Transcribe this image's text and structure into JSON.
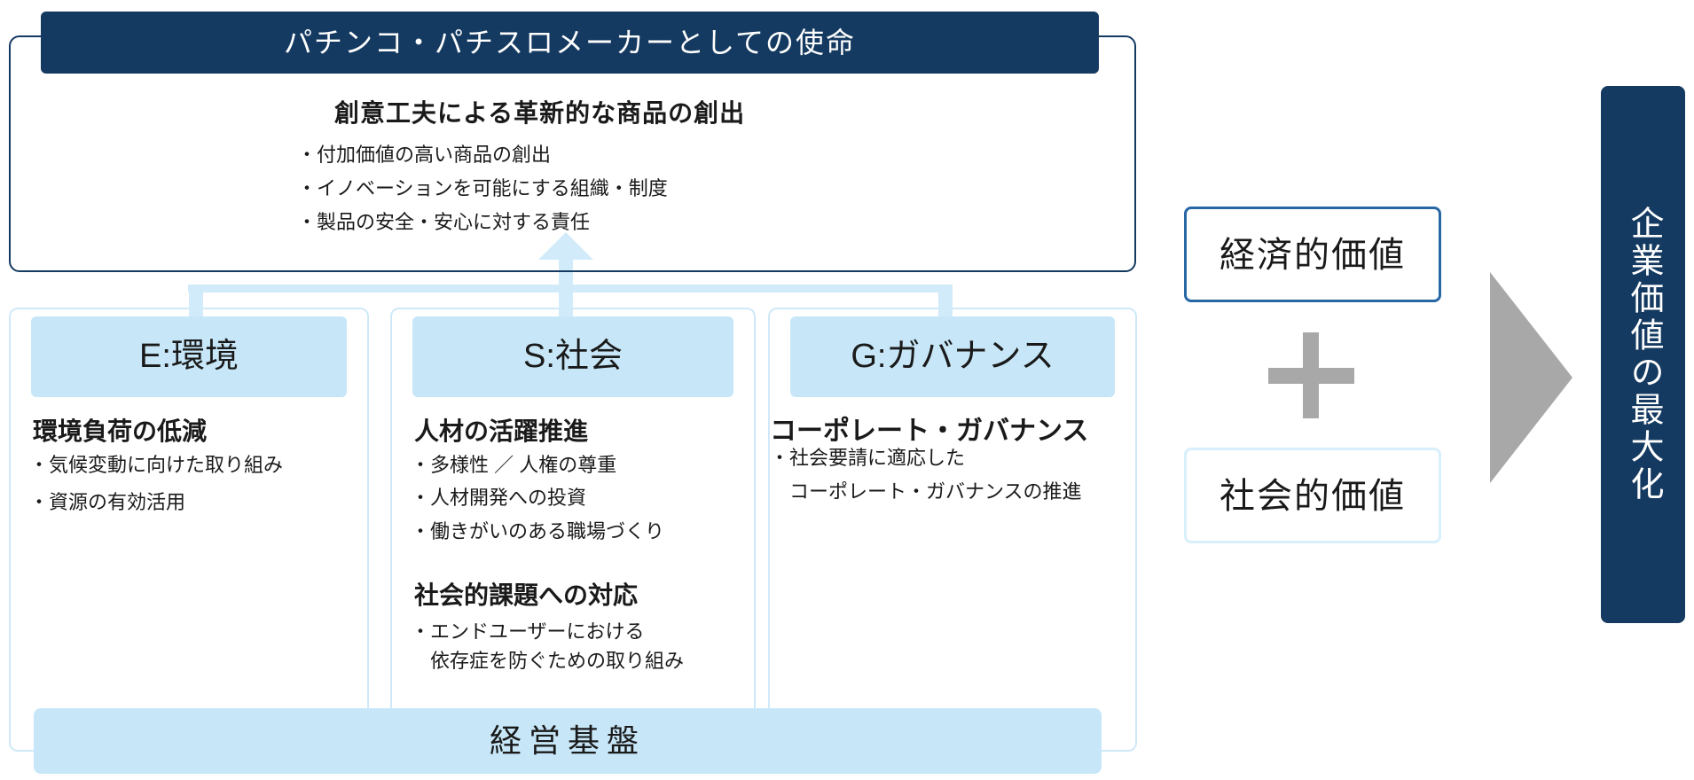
{
  "mission": {
    "header": "パチンコ・パチスロメーカーとしての使命",
    "title": "創意工夫による革新的な商品の創出",
    "bullets": [
      "・付加価値の高い商品の創出",
      "・イノベーションを可能にする組織・制度",
      "・製品の安全・安心に対する責任"
    ]
  },
  "columns": {
    "environment": {
      "header": "E:環境",
      "section1": {
        "title": "環境負荷の低減",
        "bullets": [
          "・気候変動に向けた取り組み",
          "・資源の有効活用"
        ]
      }
    },
    "social": {
      "header": "S:社会",
      "section1": {
        "title": "人材の活躍推進",
        "bullets": [
          "・多様性 ／ 人権の尊重",
          "・人材開発への投資",
          "・働きがいのある職場づくり"
        ]
      },
      "section2": {
        "title": "社会的課題への対応",
        "bullets": [
          "・エンドユーザーにおける",
          "　依存症を防ぐための取り組み"
        ]
      }
    },
    "governance": {
      "header": "G:ガバナンス",
      "section1": {
        "title": "コーポレート・ガバナンス",
        "bullets": [
          "・社会要請に適応した",
          "　コーポレート・ガバナンスの推進"
        ]
      }
    }
  },
  "foundation": {
    "label": "経営基盤"
  },
  "value_flow": {
    "economic_value": "経済的価値",
    "plus_sign": "+",
    "social_value": "社会的価値",
    "result": "企業価値の最大化"
  },
  "colors": {
    "navy": "#153a61",
    "light_blue_fill": "#c7e7f8",
    "connector_blue": "#d2ebfa",
    "light_blue_border": "#cfe9f8",
    "economic_box_border": "#2767a4",
    "social_box_border": "#d8effc",
    "gray": "#a8a8a8",
    "text": "#1a1a1a",
    "background": "#ffffff"
  }
}
